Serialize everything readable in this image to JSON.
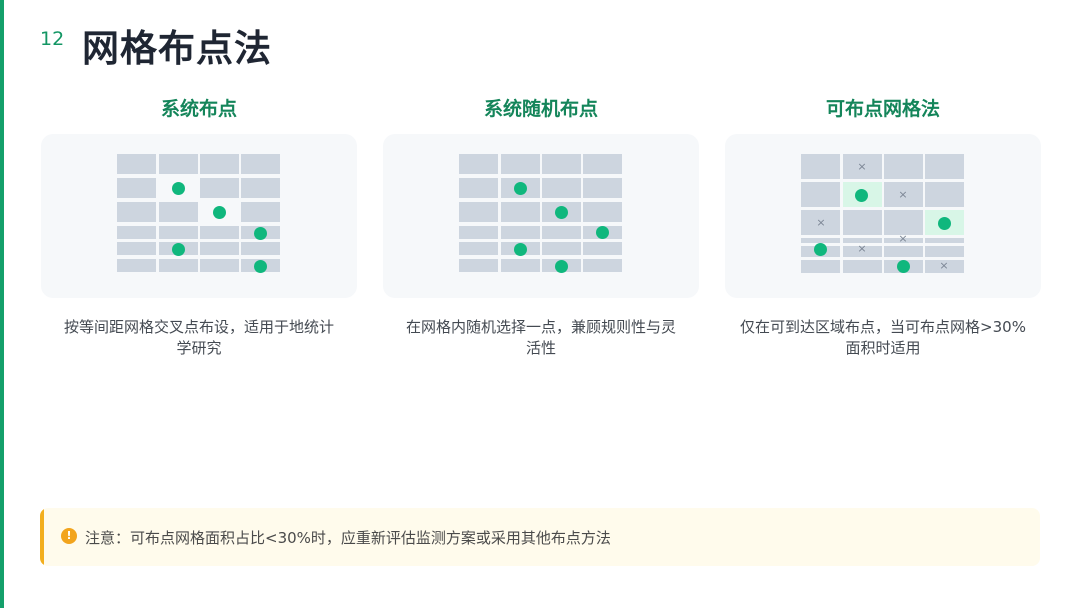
{
  "page": {
    "number": "12",
    "title": "网格布点法",
    "accent_color": "#14a06b"
  },
  "methods": [
    {
      "title": "系统布点",
      "description_line1": "按等间距网格交叉点布设，适用于地统计",
      "description_line2": "学研究",
      "illustration": "uniform-grid-with-systematic-dots"
    },
    {
      "title": "系统随机布点",
      "description_line1": "在网格内随机选择一点，兼顾规则性与灵",
      "description_line2": "活性",
      "illustration": "grid-with-random-dot-per-cell"
    },
    {
      "title": "可布点网格法",
      "description_line1": "仅在可到达区域布点，当可布点网格>30%",
      "description_line2": "面积时适用",
      "illustration": "grid-with-excluded-cells-marked-x"
    }
  ],
  "notice": {
    "icon": "warning-circle-icon",
    "text": "注意：可布点网格面积占比<30%时，应重新评估监测方案或采用其他布点方法",
    "accent_color": "#f2ae1e"
  }
}
